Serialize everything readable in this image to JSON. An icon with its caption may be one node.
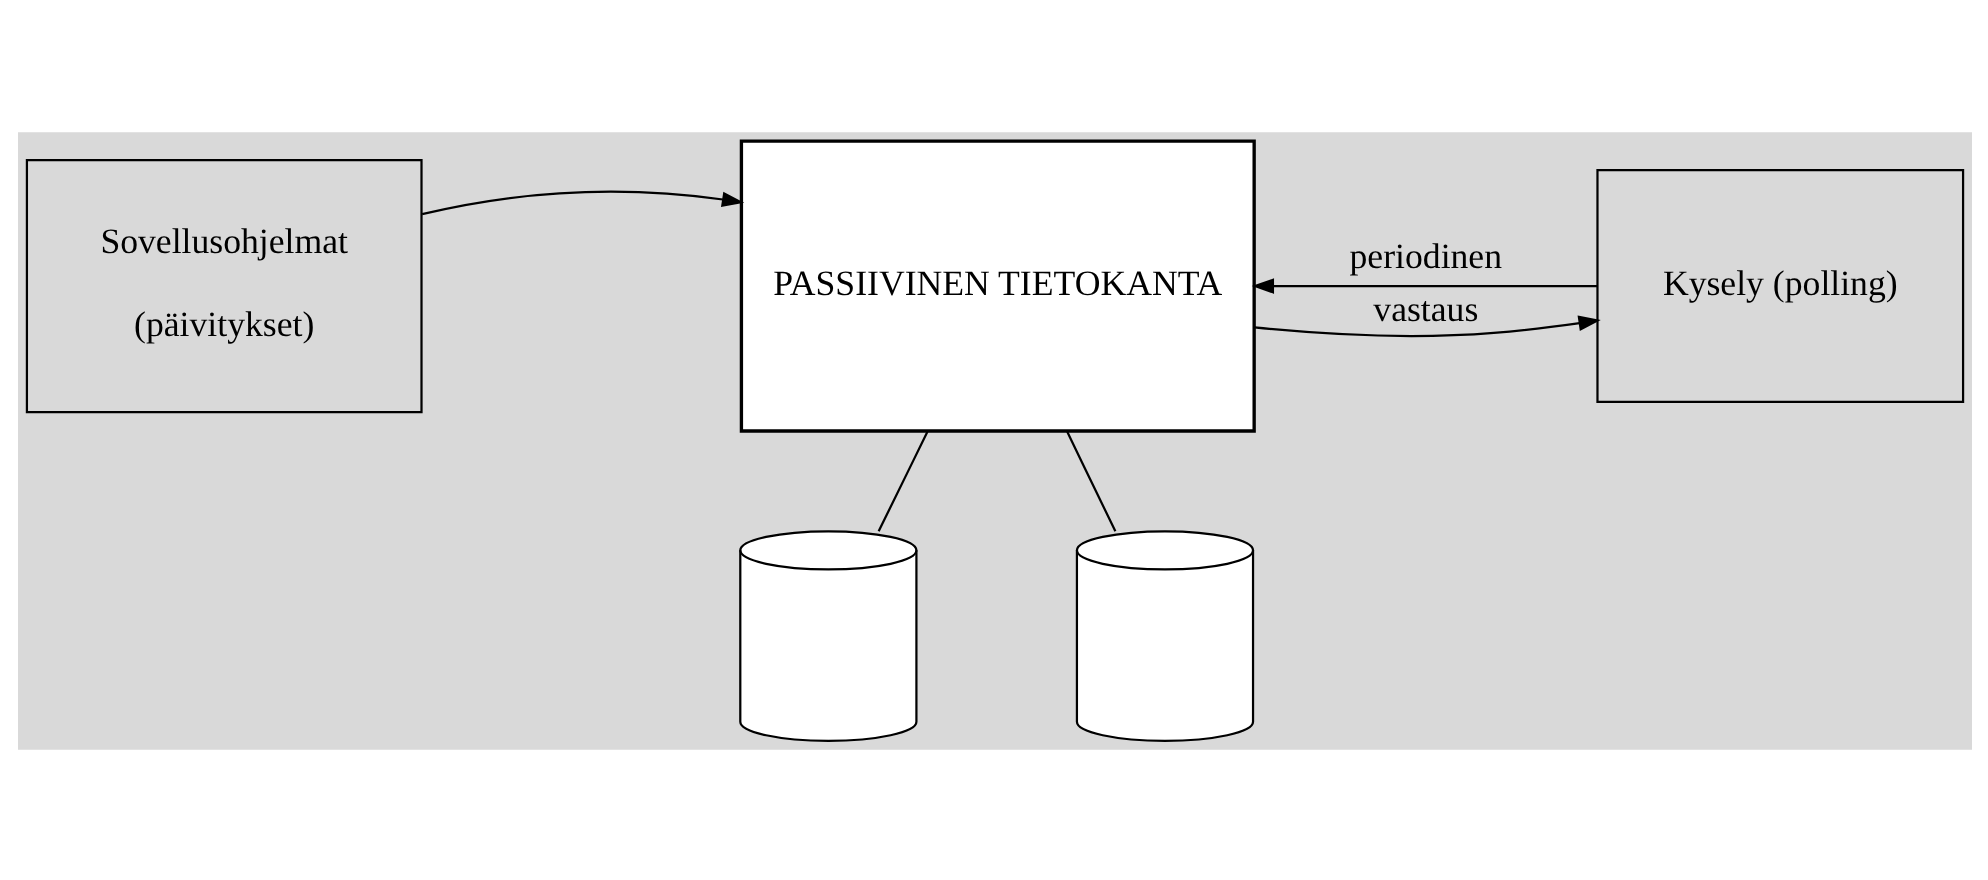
{
  "diagram": {
    "nodes": [
      {
        "text": [
          "Sovellusohjelmat",
          "(päivitykset)"
        ]
      },
      {
        "text": [
          "PASSIIVINEN TIETOKANTA"
        ]
      },
      {
        "text": [
          "Kysely (polling)"
        ]
      },
      {
        "text": [],
        "shape": "cylinder"
      },
      {
        "text": [],
        "shape": "cylinder"
      }
    ],
    "edges": [
      {
        "from": 0,
        "to": 1,
        "arrow": "to"
      },
      {
        "from": 2,
        "to": 1,
        "arrow": "to",
        "label": "periodinen"
      },
      {
        "from": 1,
        "to": 2,
        "arrow": "to",
        "label": "vastaus"
      },
      {
        "from": 1,
        "to": 3,
        "arrow": "none"
      },
      {
        "from": 1,
        "to": 4,
        "arrow": "none"
      }
    ]
  }
}
